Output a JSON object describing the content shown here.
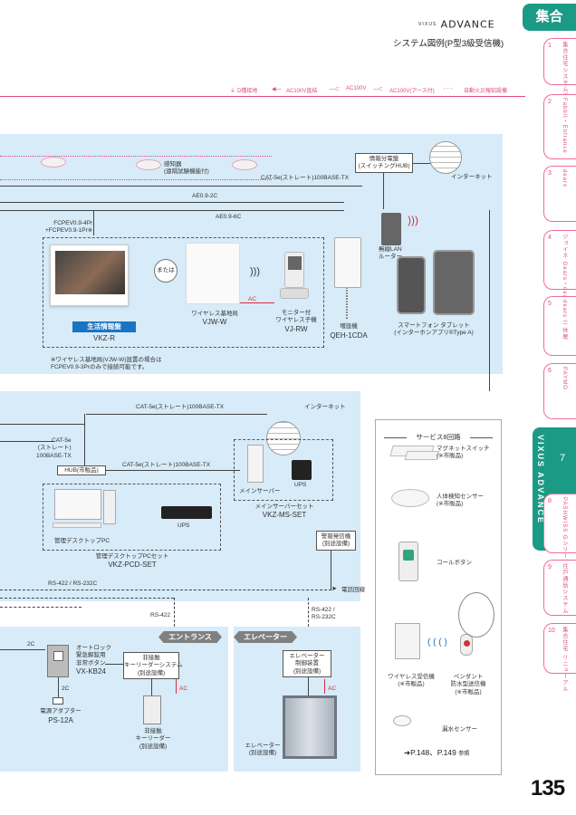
{
  "header": {
    "brand_small": "VIXUS",
    "brand_large": "ADVANCE",
    "section_tag": "集合",
    "page_subtitle": "システム図例(P型3級受信機)"
  },
  "legend": {
    "d_ground": "D種接地",
    "ac100_direct": "AC100V直結",
    "ac100": "AC100V",
    "ac100_earth": "AC100V(アース付)",
    "fire_alarm": "自動火災報知設備"
  },
  "tabs": [
    {
      "num": "1",
      "label": "集合住宅システムご選びの前に"
    },
    {
      "num": "2",
      "label": "Fabbit・Entrance"
    },
    {
      "num": "3",
      "label": "dears"
    },
    {
      "num": "4",
      "label": "ジョイネ Gears・dearsシリーズ"
    },
    {
      "num": "5",
      "label": "dears II 休眠"
    },
    {
      "num": "6",
      "label": "PAYMO"
    },
    {
      "num": "7",
      "label": "VIXUS ADVANCE"
    },
    {
      "num": "8",
      "label": "PASHWISS Gシリーズ"
    },
    {
      "num": "9",
      "label": "住戸通話システム"
    },
    {
      "num": "10",
      "label": "集合住宅 リニューアル"
    }
  ],
  "top_section": {
    "sensor_label": "感知器\n(遠隔試験機能付)",
    "cable_cat5_top": "CAT-5e(ストレート)100BASE-TX",
    "hub_label": "情報分電盤\n(スイッチングHUB)",
    "internet_top": "インターネット",
    "ae_2c": "AE0.9-2C",
    "ae_6c": "AE0.9-6C",
    "fcpev": "FCPEV0.9-4Pr\n+FCPEV0.9-1Pr※",
    "router_label": "無線LAN\nルーター",
    "or_label": "または",
    "vjw_name": "ワイヤレス基地局",
    "vjw_model": "VJW-W",
    "ac_label": "AC",
    "vjrw_name": "モニター付\nワイヤレス子機",
    "vjrw_model": "VJ-RW",
    "qeh_name": "増設機",
    "qeh_model": "QEH-1CDA",
    "smart_label": "スマートフォン タブレット\n(インターホンアプリ®Type A)",
    "life_banner": "生活情報盤",
    "life_model": "VKZ-R",
    "note": "※ワイヤレス基地局(VJW-W)設置の場合は\nFCPEV0.9-3Prのみで接続可能です。"
  },
  "middle_section": {
    "cable_cat5_mid": "CAT-5e(ストレート)100BASE-TX",
    "internet_mid": "インターネット",
    "cat5_left": "CAT-5e\n(ストレート)\n100BASE-TX",
    "cat5_hub": "CAT-5e(ストレート)100BASE-TX",
    "hub_box": "HUB(市販品)",
    "mail_server": "メインサーバー",
    "ups": "UPS",
    "mail_set": "メインサーバーセット",
    "mail_set_model": "VKZ-MS-SET",
    "pc_label": "管理デスクトップPC",
    "pc_ups": "UPS",
    "pcd_set": "管理デスクトップPCセット",
    "pcd_model": "VKZ-PCD-SET",
    "alarm_box": "警報発信機\n(別途設備)",
    "rs_422": "RS-422 / RS-232C",
    "phone_line": "電話回線",
    "rs_422_b": "RS-422",
    "rs_422_c": "RS-422 /\nRS-232C"
  },
  "bottom_section": {
    "entrance_tag": "エントランス",
    "elevator_tag": "エレベーター",
    "two_c": "2C",
    "two_c_b": "2C",
    "vx_name": "オートロック\n緊急解錠用\n非常ボタン",
    "vx_model": "VX-KB24",
    "ps_name": "電源アダプター",
    "ps_model": "PS-12A",
    "keyless_box": "非接触\nキーリーダーシステム\n(別途設備)",
    "keyless_reader": "非接触\nキーリーダー\n(別途設備)",
    "elev_control": "エレベーター\n制御装置\n(別途設備)",
    "elevator": "エレベーター\n(別途設備)",
    "ac_b1": "AC",
    "ac_b2": "AC"
  },
  "services": {
    "title": "サービス8回路",
    "items": [
      {
        "label": "マグネットスイッチ\n(※市販品)"
      },
      {
        "label": "人体検知センサー\n(※市販品)"
      },
      {
        "label": "コールボタン"
      },
      {
        "label": "ワイヤレス受信機\n(※市販品)"
      },
      {
        "label": "ペンダント\n防水型送信機\n(※市販品)"
      },
      {
        "label": "漏水センサー"
      }
    ],
    "ref": "➜P.148、P.149",
    "ref_suffix": "参照"
  },
  "page_number": "135",
  "colors": {
    "accent": "#e04b82",
    "tag_bg": "#1b9a86",
    "band": "#d7ebf8",
    "blue": "#1a74c4",
    "vixus_bar": "#1b9a86"
  }
}
